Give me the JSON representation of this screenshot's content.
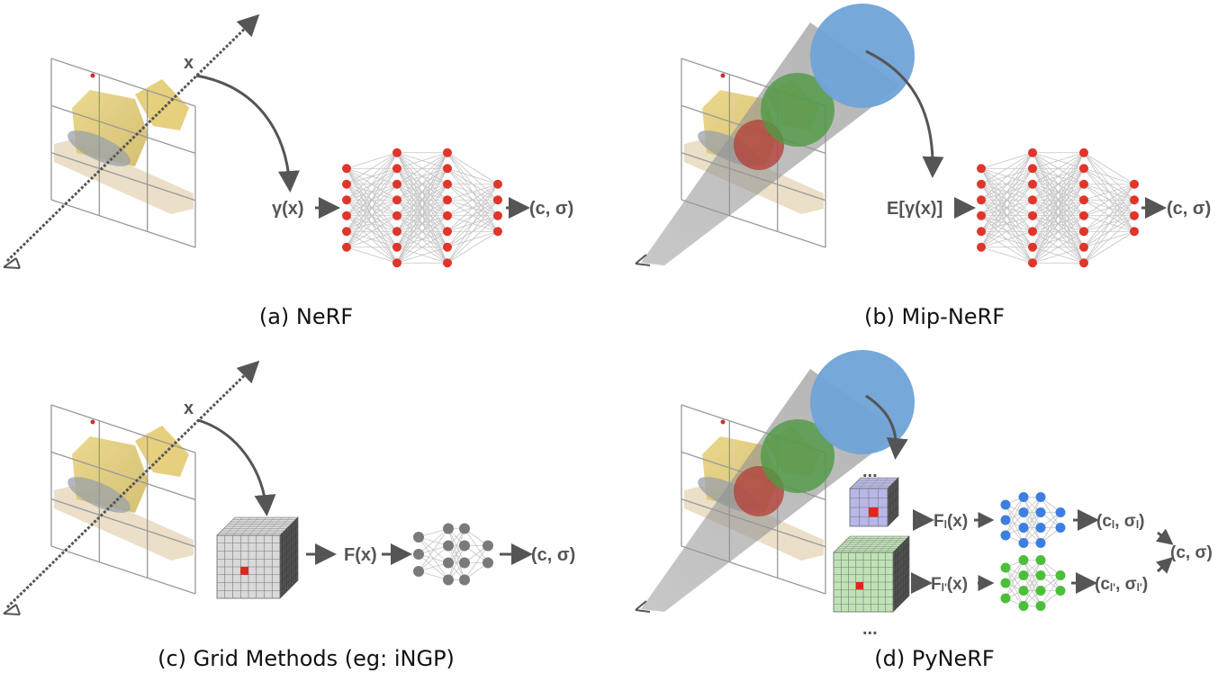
{
  "figure": {
    "panels": [
      {
        "id": "a",
        "caption": "(a) NeRF",
        "point_label": "x",
        "input_label": "γ(x)",
        "output_label": "(c, σ)",
        "network": {
          "layers": [
            6,
            8,
            8,
            4
          ],
          "node_color": "#e0352b"
        }
      },
      {
        "id": "b",
        "caption": "(b) Mip-NeRF",
        "input_label": "E[γ(x)]",
        "output_label": "(c, σ)",
        "cone_samples": [
          {
            "name": "red-sample",
            "color": "#b5443a"
          },
          {
            "name": "green-sample",
            "color": "#4f9a45"
          },
          {
            "name": "blue-sample",
            "color": "#6fa3d8"
          }
        ],
        "network": {
          "layers": [
            6,
            8,
            8,
            4
          ],
          "node_color": "#e0352b"
        }
      },
      {
        "id": "c",
        "caption": "(c) Grid Methods (eg: iNGP)",
        "point_label": "x",
        "feature_label": "F(x)",
        "output_label": "(c, σ)",
        "grid": {
          "cells": 8,
          "face_color": "#d9d9d9",
          "highlight_color": "#e0251b"
        },
        "network": {
          "layers": [
            3,
            4,
            4,
            2
          ],
          "node_color": "#7a7a7a"
        }
      },
      {
        "id": "d",
        "caption": "(d) PyNeRF",
        "ellipsis": "...",
        "levels": [
          {
            "feature_label": "F",
            "subscript": "l",
            "feature_suffix": "(x)",
            "output_label": "(c",
            "output_mid": ", σ",
            "output_end": ")",
            "grid": {
              "cells": 4,
              "face_color": "#b7b7e8",
              "highlight_color": "#e0251b"
            },
            "network": {
              "layers": [
                3,
                4,
                4,
                2
              ],
              "node_color": "#3d7fe0"
            }
          },
          {
            "feature_label": "F",
            "subscript": "l'",
            "feature_suffix": "(x)",
            "output_label": "(c",
            "output_mid": ", σ",
            "output_end": ")",
            "grid": {
              "cells": 8,
              "face_color": "#bfe3b5",
              "highlight_color": "#e0251b"
            },
            "network": {
              "layers": [
                3,
                4,
                4,
                2
              ],
              "node_color": "#4cbf3a"
            }
          }
        ],
        "final_output_label": "(c, σ)",
        "cone_samples": [
          {
            "name": "red-sample",
            "color": "#b5443a"
          },
          {
            "name": "green-sample",
            "color": "#4f9a45"
          },
          {
            "name": "blue-sample",
            "color": "#6fa3d8"
          }
        ]
      }
    ]
  }
}
